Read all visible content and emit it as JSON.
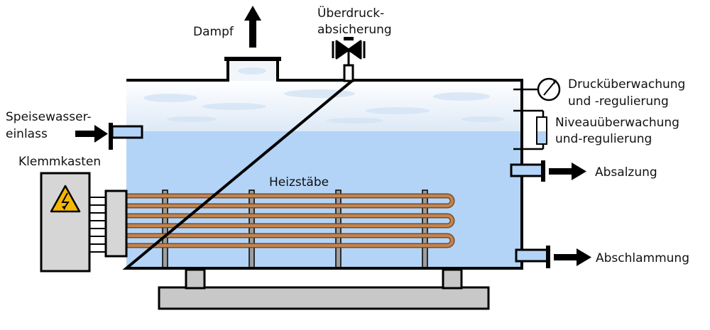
{
  "labels": {
    "dampf": "Dampf",
    "ueberdruck_1": "Überdruck-",
    "ueberdruck_2": "absicherung",
    "speisewasser_1": "Speisewasser-",
    "speisewasser_2": "einlass",
    "klemmkasten": "Klemmkasten",
    "heizstaebe": "Heizstäbe",
    "druck_1": "Drucküberwachung",
    "druck_2": "und -regulierung",
    "niveau_1": "Niveauüberwachung",
    "niveau_2": "und-regulierung",
    "absalzung": "Absalzung",
    "abschlammung": "Abschlammung"
  },
  "colors": {
    "water": "#b3d4f7",
    "steam": "#e9f2fc",
    "heater": "#b97a48",
    "frame": "#000000",
    "base": "#c8c8c8",
    "terminal_box": "#d6d6d6",
    "warning": "#f5b800"
  },
  "icons": {
    "warning": "high-voltage-warning-icon",
    "gauge": "pressure-gauge-icon",
    "valve": "safety-valve-icon"
  }
}
